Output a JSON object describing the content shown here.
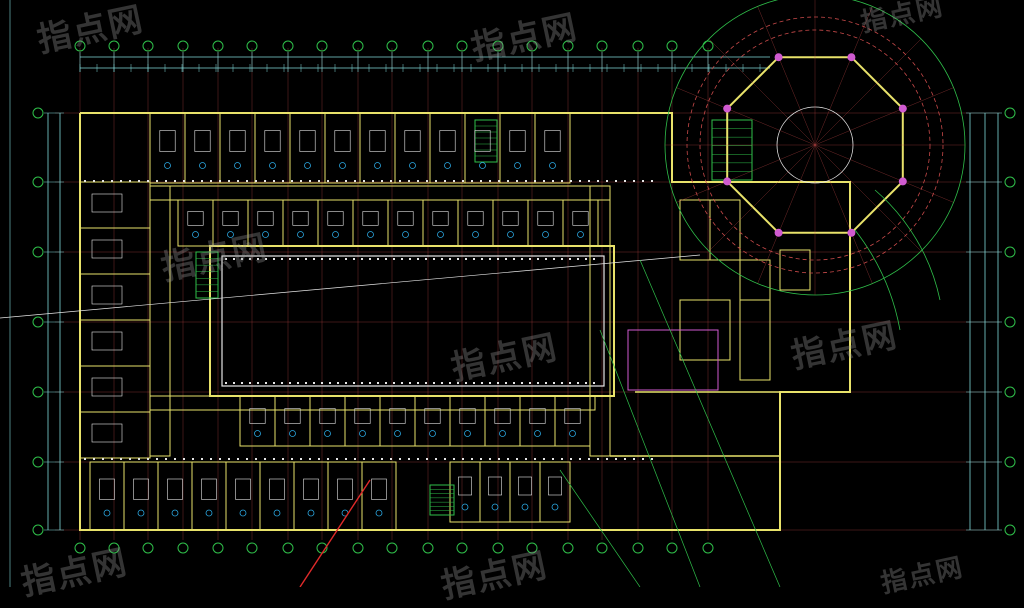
{
  "watermark": "指点网",
  "colors": {
    "background": "#000000",
    "wall": "#e8e26a",
    "dim": "#7fd8d8",
    "grid": "#c94a4a",
    "accent": "#2aa6e0",
    "bubble": "#2fbf4a",
    "white": "#e6e6e6",
    "magenta": "#d05ad0",
    "diagonal": "#e02a2a"
  },
  "drawing": {
    "grid_axis_count_top": 19,
    "grid_axis_count_side": 7
  }
}
